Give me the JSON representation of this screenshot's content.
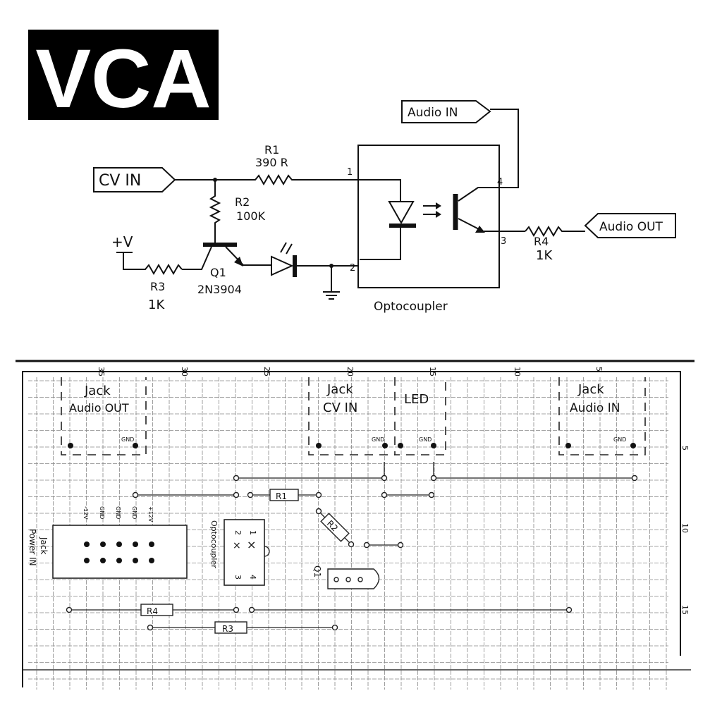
{
  "title": "VCA",
  "schematic": {
    "cv_in": "CV IN",
    "audio_in": "Audio IN",
    "audio_out": "Audio OUT",
    "plus_v": "+V",
    "r1": {
      "name": "R1",
      "value": "390 R"
    },
    "r2": {
      "name": "R2",
      "value": "100K"
    },
    "r3": {
      "name": "R3",
      "value": "1K"
    },
    "r4": {
      "name": "R4",
      "value": "1K"
    },
    "q1": {
      "name": "Q1",
      "value": "2N3904"
    },
    "optocoupler": "Optocoupler",
    "pins": [
      "1",
      "2",
      "3",
      "4"
    ]
  },
  "board": {
    "top_ticks": [
      "35",
      "30",
      "25",
      "20",
      "15",
      "10",
      "5"
    ],
    "side_ticks": [
      "5",
      "10",
      "15"
    ],
    "jack_audio_out": {
      "title": "Jack",
      "label": "Audio OUT",
      "gnd": "GND"
    },
    "jack_cv_in": {
      "title": "Jack",
      "label": "CV IN",
      "gnd": "GND"
    },
    "led": {
      "label": "LED",
      "gnd": "GND"
    },
    "jack_audio_in": {
      "title": "Jack",
      "label": "Audio IN",
      "gnd": "GND"
    },
    "power": {
      "label1": "Jack",
      "label2": "Power IN",
      "pins": [
        "-12V",
        "GND",
        "GND",
        "GND",
        "+12V"
      ]
    },
    "optocoupler": {
      "label": "Optocoupler",
      "pins": [
        "1",
        "2",
        "3",
        "4"
      ]
    },
    "r1": "R1",
    "r2": "R2",
    "r3": "R3",
    "r4": "R4",
    "q1": "Q1"
  }
}
